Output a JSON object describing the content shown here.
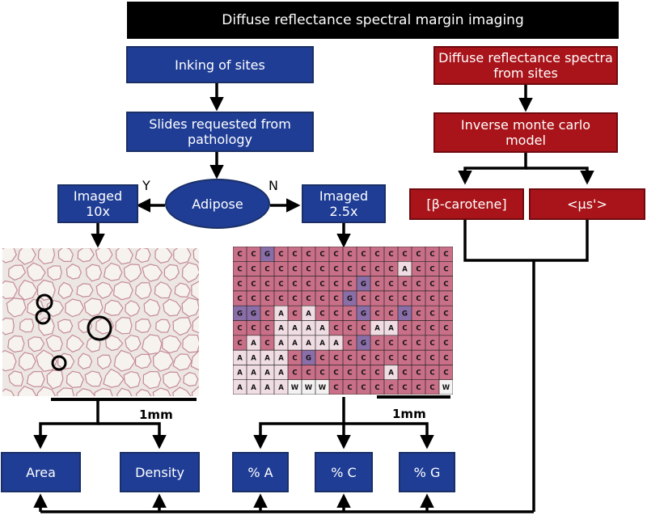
{
  "title": "Diffuse reflectance spectral margin imaging",
  "nodes": {
    "inking": "Inking of sites",
    "slides": "Slides requested from pathology",
    "adipose": "Adipose",
    "imaged10": "Imaged 10x",
    "imaged25": "Imaged 2.5x",
    "spectra": "Diffuse reflectance spectra from sites",
    "inverse": "Inverse monte carlo model",
    "carotene": "[β-carotene]",
    "mus": "<μs'>",
    "area": "Area",
    "density": "Density",
    "pctA": "% A",
    "pctC": "% C",
    "pctG": "% G"
  },
  "branch_labels": {
    "yes": "Y",
    "no": "N"
  },
  "scale_bars": {
    "left": "1mm",
    "right": "1mm"
  },
  "grid": {
    "rows": [
      [
        "C",
        "C",
        "G",
        "C",
        "C",
        "C",
        "C",
        "C",
        "C",
        "C",
        "C",
        "C",
        "C",
        "C",
        "C",
        "C"
      ],
      [
        "C",
        "C",
        "C",
        "C",
        "C",
        "C",
        "C",
        "C",
        "C",
        "C",
        "C",
        "C",
        "A",
        "C",
        "C",
        "C"
      ],
      [
        "C",
        "C",
        "C",
        "C",
        "C",
        "C",
        "C",
        "C",
        "C",
        "G",
        "C",
        "C",
        "C",
        "C",
        "C",
        "C"
      ],
      [
        "C",
        "C",
        "C",
        "C",
        "C",
        "C",
        "C",
        "C",
        "G",
        "C",
        "C",
        "C",
        "C",
        "C",
        "C",
        "C"
      ],
      [
        "G",
        "G",
        "C",
        "A",
        "C",
        "A",
        "C",
        "C",
        "C",
        "G",
        "C",
        "C",
        "G",
        "C",
        "C",
        "C"
      ],
      [
        "C",
        "C",
        "C",
        "A",
        "A",
        "A",
        "A",
        "C",
        "C",
        "C",
        "A",
        "A",
        "C",
        "C",
        "C",
        "C"
      ],
      [
        "C",
        "A",
        "C",
        "A",
        "A",
        "A",
        "A",
        "A",
        "C",
        "G",
        "C",
        "C",
        "C",
        "C",
        "C",
        "C"
      ],
      [
        "A",
        "A",
        "A",
        "A",
        "C",
        "G",
        "C",
        "C",
        "C",
        "C",
        "C",
        "C",
        "C",
        "C",
        "C",
        "C"
      ],
      [
        "A",
        "A",
        "A",
        "A",
        "C",
        "C",
        "C",
        "C",
        "C",
        "C",
        "C",
        "A",
        "C",
        "C",
        "C",
        "C"
      ],
      [
        "A",
        "A",
        "A",
        "A",
        "W",
        "W",
        "W",
        "C",
        "C",
        "C",
        "C",
        "C",
        "C",
        "C",
        "C",
        "W"
      ]
    ]
  },
  "colors": {
    "blue": "#1f3d95",
    "red": "#a8141a",
    "black": "#000000",
    "histology_bg": "#ece7e2",
    "grid_tissue": "#c97088"
  }
}
